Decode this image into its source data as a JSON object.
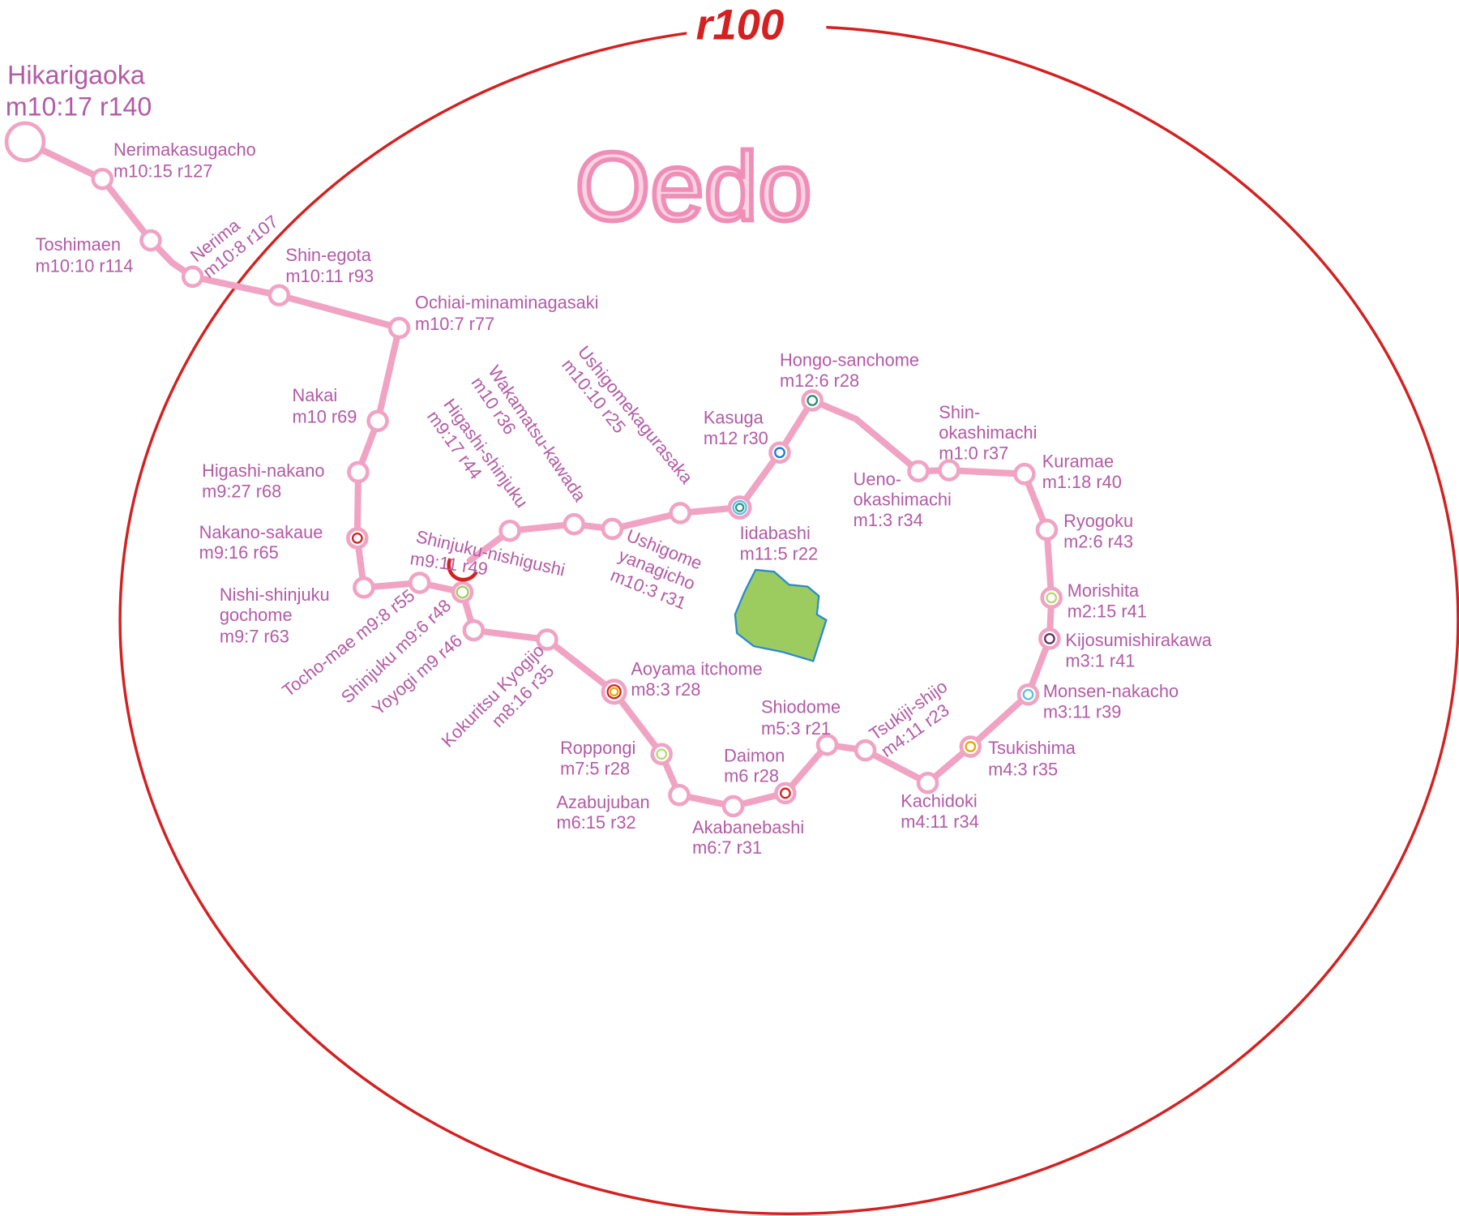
{
  "map": {
    "title": "Oedo",
    "radius_label": "r100",
    "colors": {
      "line": "#f0a3c3",
      "text": "#b35aa6",
      "ring": "#d42020",
      "palace": "#9ccc60"
    },
    "terminus": {
      "name": "Hikarigaoka",
      "code": "m10:17 r140"
    },
    "stations": [
      {
        "id": "nerimakasugacho",
        "name": "Nerimakasugacho",
        "code": "m10:15 r127"
      },
      {
        "id": "toshimaen",
        "name": "Toshimaen",
        "code": "m10:10 r114"
      },
      {
        "id": "nerima",
        "name": "Nerima",
        "code": "m10:8 r107"
      },
      {
        "id": "shin-egota",
        "name": "Shin-egota",
        "code": "m10:11 r93"
      },
      {
        "id": "ochiai",
        "name": "Ochiai-minaminagasaki",
        "code": "m10:7 r77"
      },
      {
        "id": "nakai",
        "name": "Nakai",
        "code": "m10 r69"
      },
      {
        "id": "higashi-nakano",
        "name": "Higashi-nakano",
        "code": "m9:27 r68"
      },
      {
        "id": "nakano-sakaue",
        "name": "Nakano-sakaue",
        "code": "m9:16 r65"
      },
      {
        "id": "nishi-shinjuku-gochome",
        "name_lines": [
          "Nishi-shinjuku",
          "gochome"
        ],
        "code": "m9:7 r63"
      },
      {
        "id": "tocho-mae",
        "name": "Tocho-mae",
        "code": "m9:8 r55"
      },
      {
        "id": "shinjuku",
        "name": "Shinjuku",
        "code": "m9:6 r48"
      },
      {
        "id": "yoyogi",
        "name": "Yoyogi",
        "code": "m9 r46"
      },
      {
        "id": "kokuritsu",
        "name": "Kokuritsu Kyogijo",
        "code": "m8:16 r35"
      },
      {
        "id": "shinjuku-nishiguchi",
        "name": "Shinjuku-nishigushi",
        "code": "m9:11 r49"
      },
      {
        "id": "higashi-shinjuku",
        "name": "Higashi-shinjuku",
        "code": "m9:17 r44"
      },
      {
        "id": "wakamatsu",
        "name": "Wakamatsu-kawada",
        "code": "m10 r36"
      },
      {
        "id": "ushigome-yanagicho",
        "name_lines": [
          "Ushigome",
          "yanagicho"
        ],
        "code": "m10:3 r31"
      },
      {
        "id": "ushigomekagurasaka",
        "name": "Ushigomekagurasaka",
        "code": "m10:10 r25"
      },
      {
        "id": "iidabashi",
        "name": "Iidabashi",
        "code": "m11:5 r22"
      },
      {
        "id": "kasuga",
        "name": "Kasuga",
        "code": "m12 r30"
      },
      {
        "id": "hongo",
        "name": "Hongo-sanchome",
        "code": "m12:6 r28"
      },
      {
        "id": "ueno",
        "name_lines": [
          "Ueno-",
          "okashimachi"
        ],
        "code": "m1:3 r34"
      },
      {
        "id": "shin-okachimachi",
        "name_lines": [
          "Shin-",
          "okashimachi"
        ],
        "code": "m1:0 r37"
      },
      {
        "id": "kuramae",
        "name": "Kuramae",
        "code": "m1:18 r40"
      },
      {
        "id": "ryogoku",
        "name": "Ryogoku",
        "code": "m2:6 r43"
      },
      {
        "id": "morishita",
        "name": "Morishita",
        "code": "m2:15 r41"
      },
      {
        "id": "kiyosumi",
        "name": "Kijosumishirakawa",
        "code": "m3:1 r41"
      },
      {
        "id": "monzen",
        "name": "Monsen-nakacho",
        "code": "m3:11 r39"
      },
      {
        "id": "tsukishima",
        "name": "Tsukishima",
        "code": "m4:3 r35"
      },
      {
        "id": "kachidoki",
        "name": "Kachidoki",
        "code": "m4:11 r34"
      },
      {
        "id": "tsukiji",
        "name": "Tsukiji-shijo",
        "code": "m4:11 r23"
      },
      {
        "id": "shiodome",
        "name": "Shiodome",
        "code": "m5:3 r21"
      },
      {
        "id": "daimon",
        "name": "Daimon",
        "code": "m6 r28"
      },
      {
        "id": "akabanebashi",
        "name": "Akabanebashi",
        "code": "m6:7 r31"
      },
      {
        "id": "azabujuban",
        "name": "Azabujuban",
        "code": "m6:15 r32"
      },
      {
        "id": "roppongi",
        "name": "Roppongi",
        "code": "m7:5 r28"
      },
      {
        "id": "aoyama",
        "name": "Aoyama itchome",
        "code": "m8:3 r28"
      }
    ]
  }
}
